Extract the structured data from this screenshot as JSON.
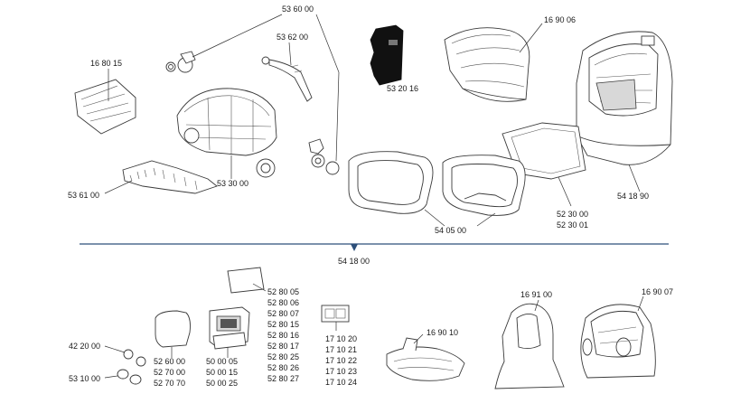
{
  "labels": {
    "p_536000": "53 60 00",
    "p_536200": "53 62 00",
    "p_168015": "16 80 15",
    "p_532016": "53 20 16",
    "p_169006": "16 90 06",
    "p_533000": "53 30 00",
    "p_536100": "53 61 00",
    "p_541890": "54 18 90",
    "p_523000": "52 30 00",
    "p_523001": "52 30 01",
    "p_540500": "54 05 00",
    "p_541800": "54 18 00",
    "p_422000": "42 20 00",
    "p_531000": "53 10 00",
    "p_526000": "52 60 00",
    "p_527000": "52 70 00",
    "p_527070": "52 70 70",
    "p_500005": "50 00 05",
    "p_500015": "50 00 15",
    "p_500025": "50 00 25",
    "p_528005": "52 80 05",
    "p_528006": "52 80 06",
    "p_528007": "52 80 07",
    "p_528015": "52 80 15",
    "p_528016": "52 80 16",
    "p_528017": "52 80 17",
    "p_528025": "52 80 25",
    "p_528026": "52 80 26",
    "p_528027": "52 80 27",
    "p_171020": "17 10 20",
    "p_171021": "17 10 21",
    "p_171022": "17 10 22",
    "p_171023": "17 10 23",
    "p_171024": "17 10 24",
    "p_169010": "16 90 10",
    "p_169100": "16 91 00",
    "p_169007": "16 90 07"
  }
}
